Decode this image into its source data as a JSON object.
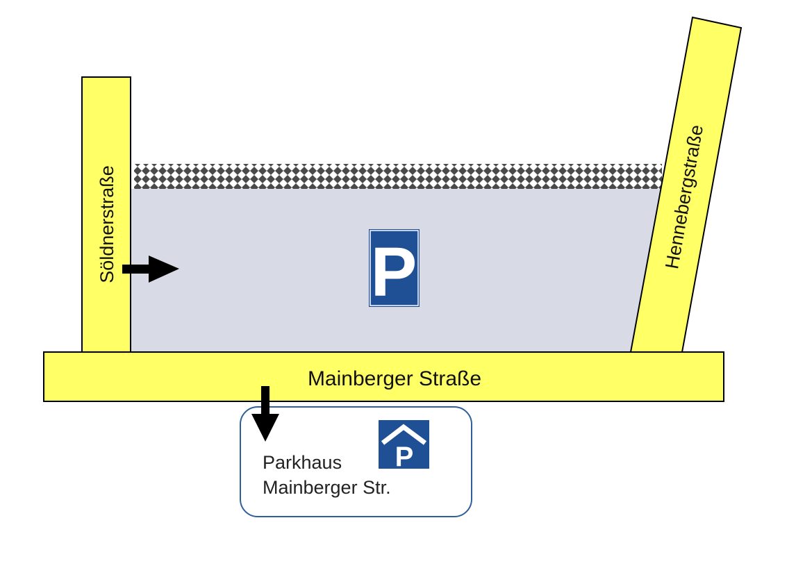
{
  "map": {
    "streets": {
      "soeldner": "Söldnerstraße",
      "henneberg": "Hennebergstraße",
      "mainberger": "Mainberger Straße"
    },
    "parking_lot": {
      "sign_letter": "P",
      "icon": "parking-sign-icon",
      "entrance_arrow_icon": "arrow-right-icon"
    },
    "parking_garage": {
      "name_line1": "Parkhaus",
      "name_line2": "Mainberger Str.",
      "sign_letter": "P",
      "icon": "parking-garage-sign-icon",
      "entrance_arrow_icon": "arrow-down-icon"
    },
    "colors": {
      "street_fill": "#ffff66",
      "lot_fill": "#d8dbe6",
      "sign_blue": "#1f4f94",
      "garage_border": "#2d5f9a"
    }
  }
}
